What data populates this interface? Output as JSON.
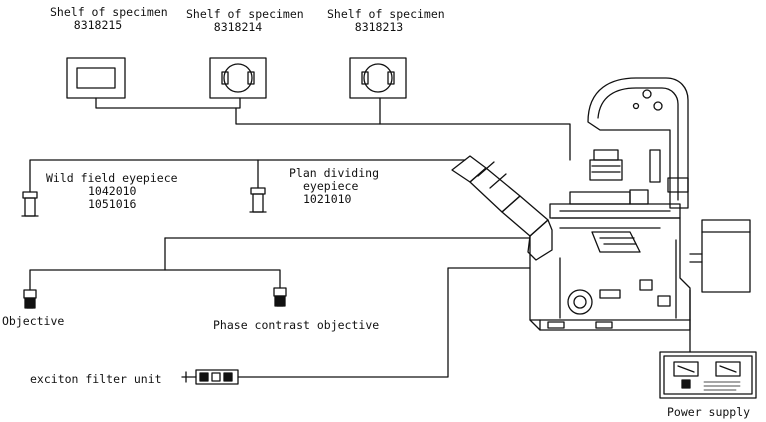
{
  "shelves": [
    {
      "title": "Shelf of specimen",
      "code": "8318215"
    },
    {
      "title": "Shelf of specimen",
      "code": "8318214"
    },
    {
      "title": "Shelf of specimen",
      "code": "8318213"
    }
  ],
  "wild_field": {
    "title": "Wild field eyepiece",
    "codes": [
      "1042010",
      "1051016"
    ]
  },
  "plan_dividing": {
    "title_line1": "Plan dividing",
    "title_line2": "eyepiece",
    "code": "1021010"
  },
  "objective": {
    "title": "Objective"
  },
  "phase_contrast": {
    "title": "Phase contrast objective"
  },
  "filter_unit": {
    "title": "exciton filter unit"
  },
  "power_supply": {
    "title": "Power supply"
  }
}
